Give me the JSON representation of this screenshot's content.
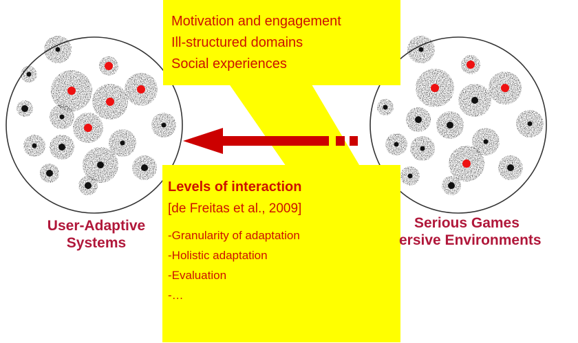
{
  "callout_top": {
    "lines": [
      "Motivation and engagement",
      "Ill-structured domains",
      "Social experiences"
    ]
  },
  "callout_bottom": {
    "title": "Levels of interaction",
    "citation": "[de Freitas et al., 2009]",
    "bullets": [
      "-Granularity of adaptation",
      "-Holistic adaptation",
      "-Evaluation",
      "-…"
    ]
  },
  "labels": {
    "left": [
      "User-Adaptive",
      "Systems"
    ],
    "right": [
      "Serious Games",
      "ersive Environments"
    ]
  },
  "colors": {
    "callout_fill": "#ffff00",
    "callout_text": "#cc1100",
    "label_text": "#b0173a",
    "arrow": "#cc0000",
    "highlight_dot": "#ee1111"
  }
}
